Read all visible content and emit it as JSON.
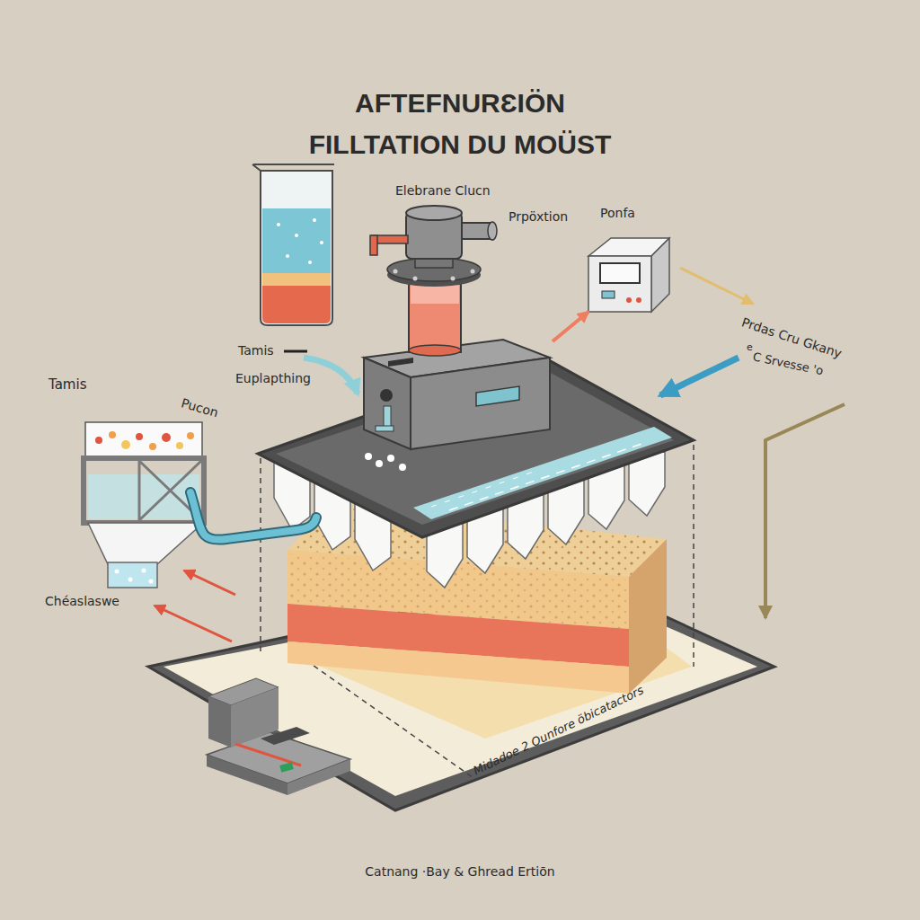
{
  "diagram": {
    "title": "AFTEFNURƐIÖN FILLTATION DU MOÜST",
    "caption": "Catnang ·Bay & Ghread Ertiōn",
    "nodes": [
      {
        "text": [
          "Tamis",
          "Pucon"
        ]
      },
      {
        "text": [
          "Elebrane Clucn"
        ]
      },
      {
        "text": [
          "Ponfa"
        ]
      }
    ],
    "edges": [
      {
        "from": 1,
        "to": 2,
        "arrow": "to"
      }
    ],
    "labels": [
      "Tamis",
      "Euplapthing",
      "Prpöxtion",
      "Prdas Cru Gkany",
      "e",
      "C Srvesse 'o",
      "Chéaslaswe",
      "Midadoe 2 Ounfore öbicatactors"
    ]
  }
}
